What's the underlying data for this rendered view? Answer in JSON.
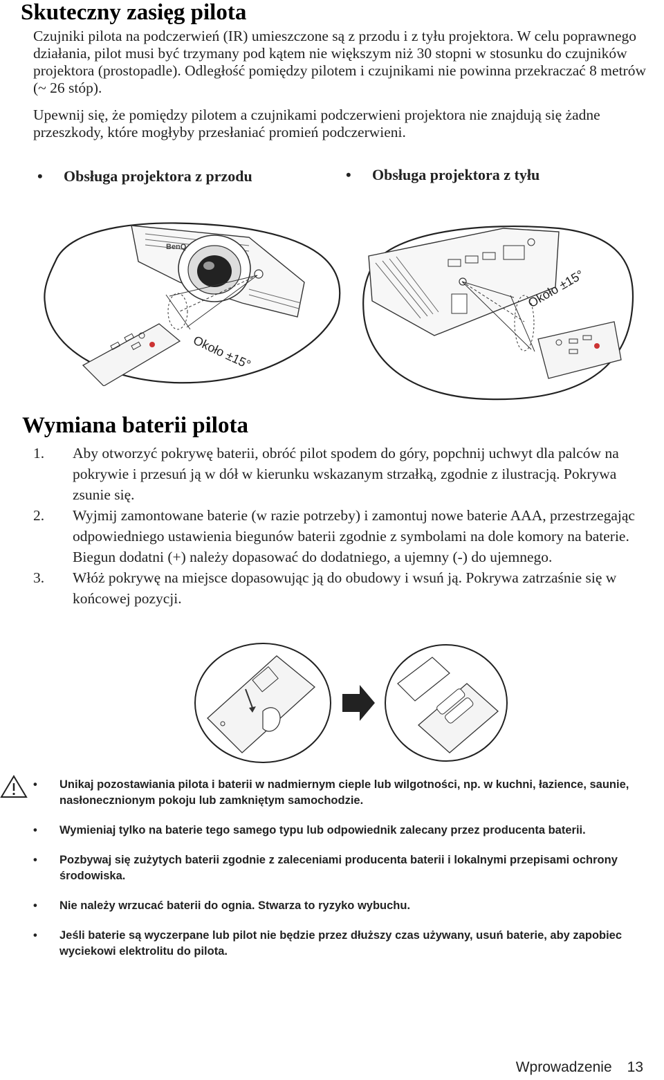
{
  "section1": {
    "title": "Skuteczny zasięg pilota",
    "para1": "Czujniki pilota na podczerwień (IR) umieszczone są z przodu i z tyłu projektora. W celu poprawnego działania, pilot musi być trzymany pod kątem nie większym niż 30 stopni w stosunku do czujników projektora (prostopadle). Odległość pomiędzy pilotem i czujnikami nie powinna przekraczać 8 metrów (~ 26 stóp).",
    "para2": "Upewnij się, że pomiędzy pilotem a czujnikami podczerwieni projektora nie znajdują się żadne przeszkody, które mogłyby przesłaniać promień podczerwieni.",
    "bullet_front": "Obsługa projektora z przodu",
    "bullet_rear": "Obsługa projektora z tyłu",
    "angle_label_front": "Około ±15°",
    "angle_label_rear": "Około ±15°",
    "brand_mark": "BenQ"
  },
  "section2": {
    "title": "Wymiana baterii pilota",
    "steps": [
      {
        "num": "1.",
        "text": "Aby otworzyć pokrywę baterii, obróć pilot spodem do góry, popchnij uchwyt dla palców na pokrywie i przesuń ją w dół w kierunku wskazanym strzałką, zgodnie z ilustracją. Pokrywa zsunie się."
      },
      {
        "num": "2.",
        "text": "Wyjmij zamontowane baterie (w razie potrzeby) i zamontuj nowe baterie AAA, przestrzegając odpowiedniego ustawienia biegunów baterii zgodnie z symbolami na dole komory na baterie. Biegun dodatni (+) należy dopasować do dodatniego, a ujemny (-) do ujemnego."
      },
      {
        "num": "3.",
        "text": "Włóż pokrywę na miejsce dopasowując ją do obudowy i wsuń ją. Pokrywa zatrzaśnie się w końcowej pozycji."
      }
    ]
  },
  "warnings": [
    "Unikaj pozostawiania pilota i baterii w nadmiernym cieple lub wilgotności, np. w kuchni, łazience, saunie, nasłonecznionym pokoju lub zamkniętym samochodzie.",
    "Wymieniaj tylko na baterie tego samego typu lub odpowiednik zalecany przez producenta baterii.",
    "Pozbywaj się zużytych baterii zgodnie z zaleceniami producenta baterii i lokalnymi przepisami ochrony środowiska.",
    "Nie należy wrzucać baterii do ognia. Stwarza to ryzyko wybuchu.",
    "Jeśli baterie są wyczerpane lub pilot nie będzie przez dłuższy czas używany, usuń baterie, aby zapobiec wyciekowi elektrolitu do pilota."
  ],
  "icons": {
    "bullet": "•",
    "caution": "caution-triangle-icon",
    "arrow": "right-arrow-icon"
  },
  "footer": {
    "chapter": "Wprowadzenie",
    "page": "13"
  }
}
